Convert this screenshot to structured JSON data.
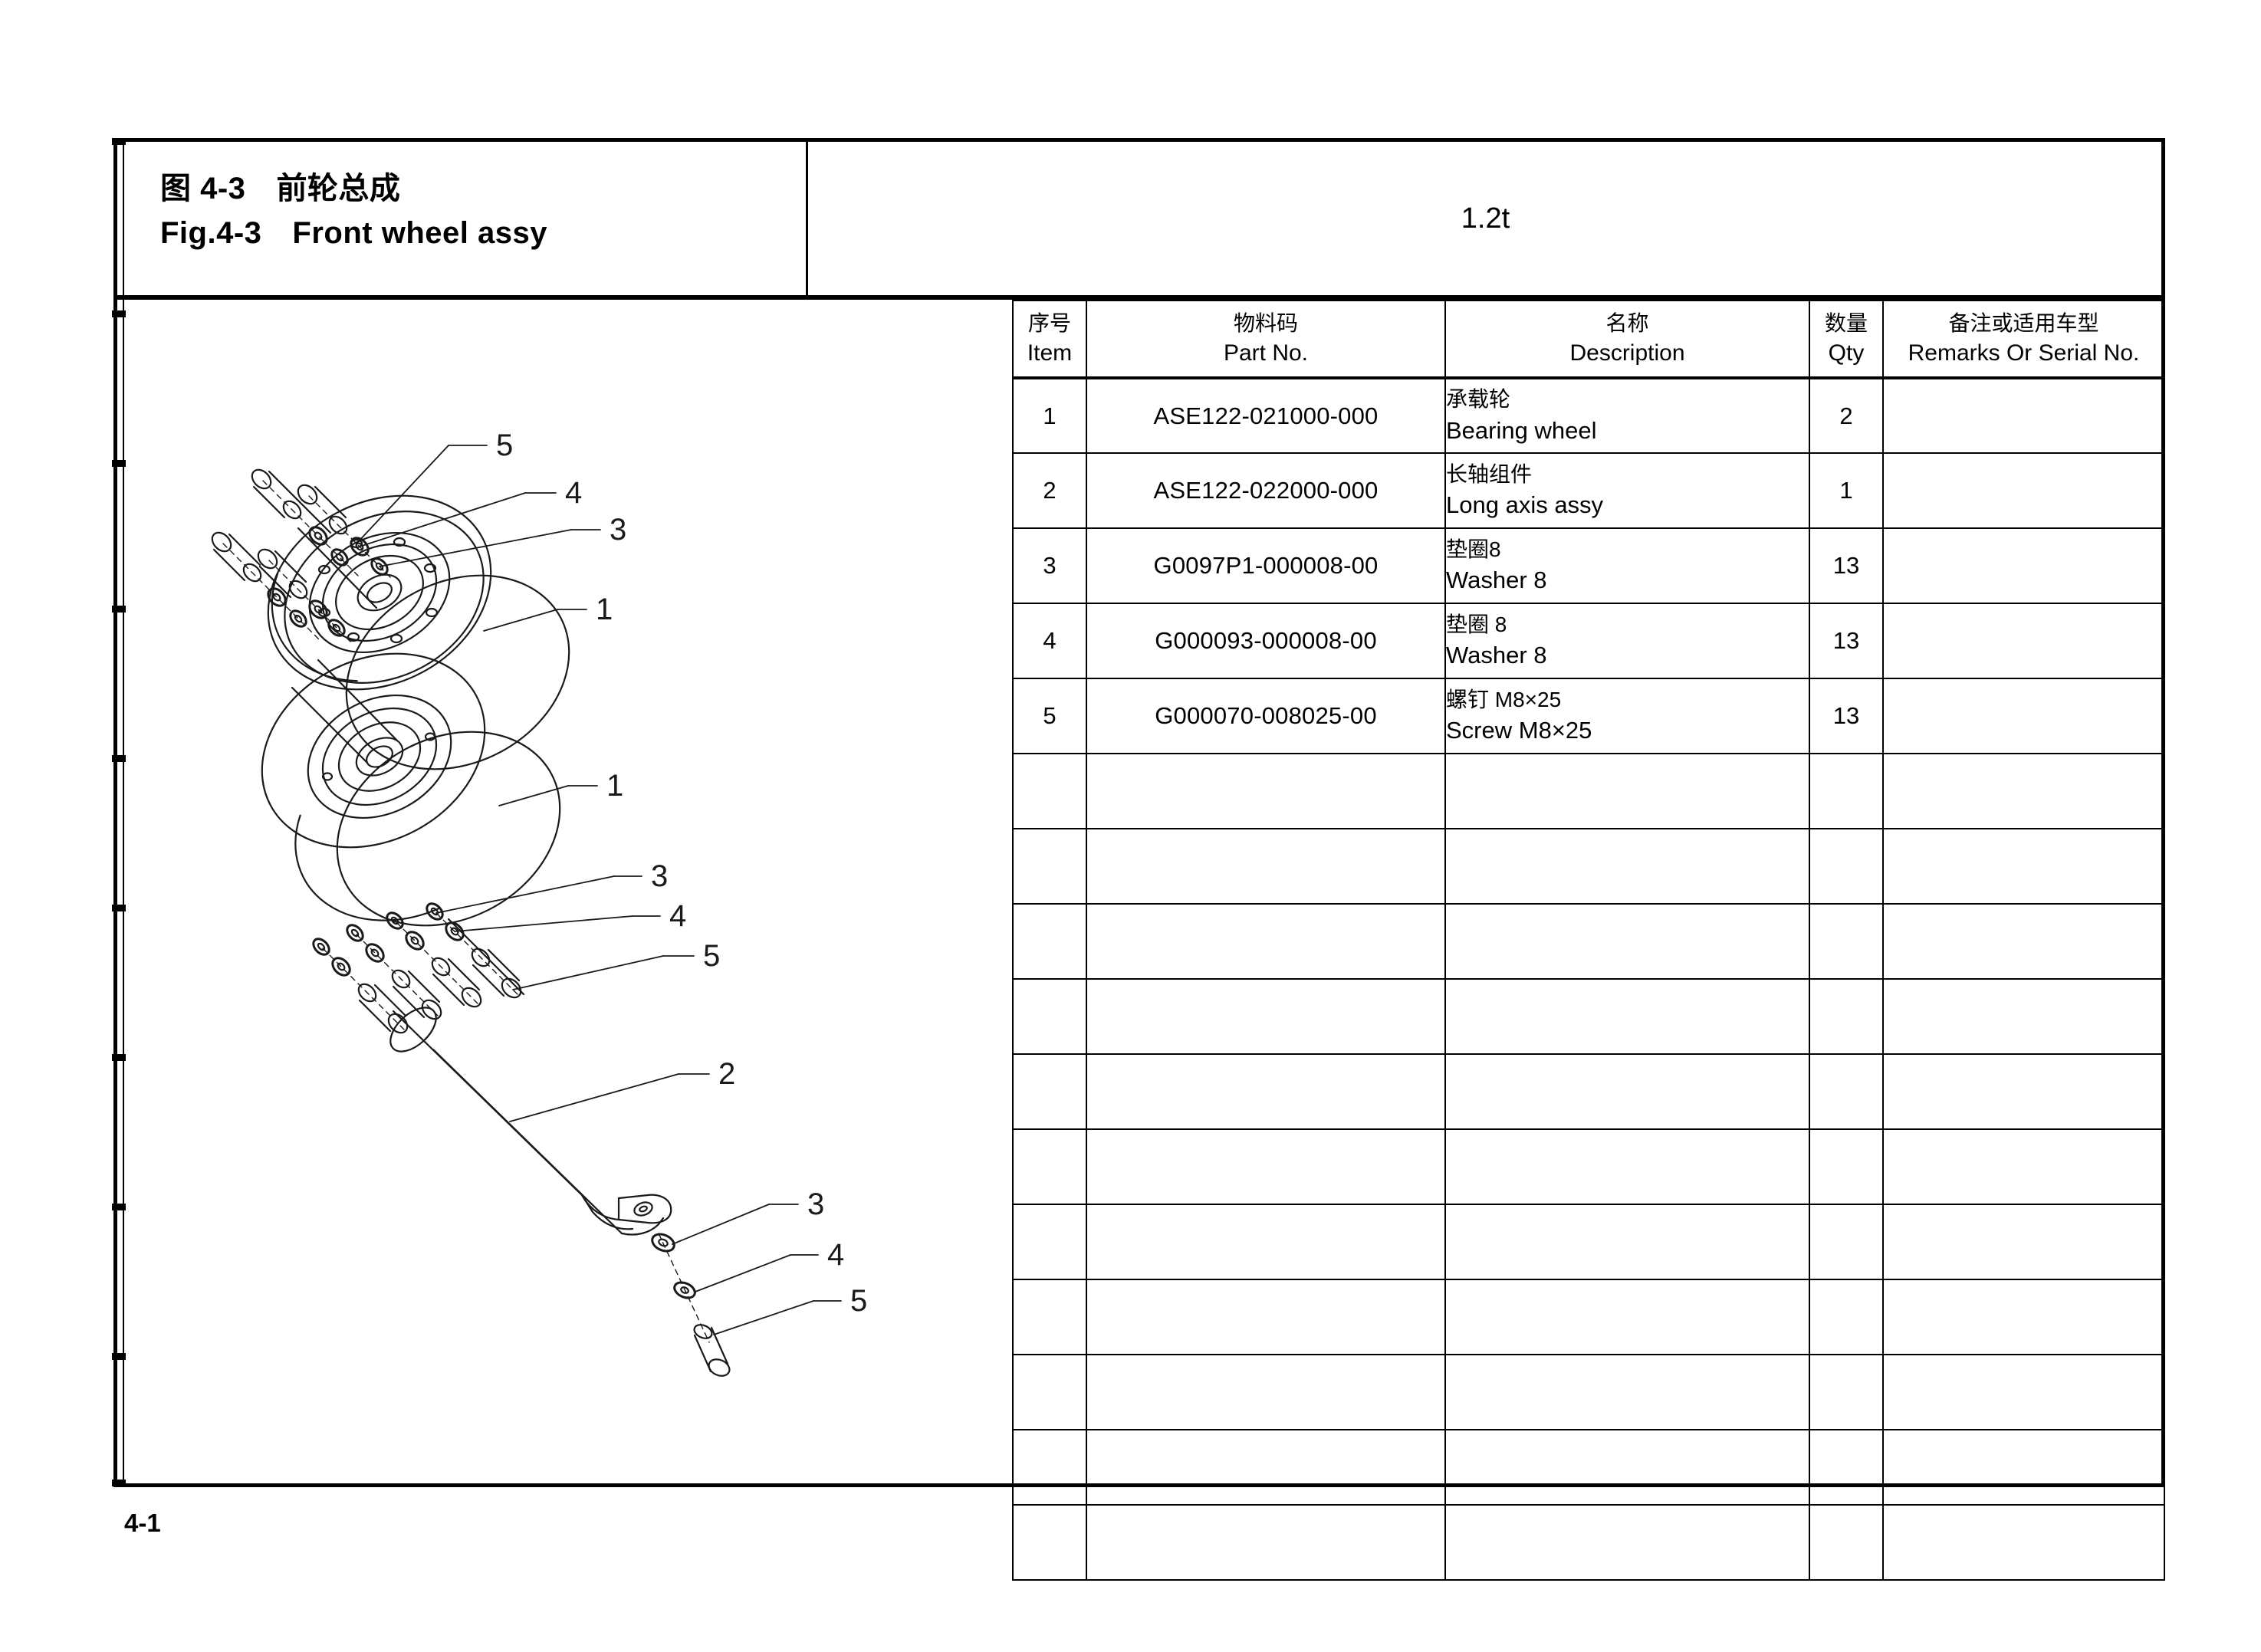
{
  "title_block": {
    "figure_cn_label": "图 4-3",
    "figure_cn_name": "前轮总成",
    "figure_en_label": "Fig.4-3",
    "figure_en_name": "Front wheel assy"
  },
  "model": "1.2t",
  "table": {
    "headers": [
      {
        "cn": "序号",
        "en": "Item"
      },
      {
        "cn": "物料码",
        "en": "Part No."
      },
      {
        "cn": "名称",
        "en": "Description"
      },
      {
        "cn": "数量",
        "en": "Qty"
      },
      {
        "cn": "备注或适用车型",
        "en": "Remarks Or Serial No."
      }
    ],
    "rows": [
      {
        "item": "1",
        "part_no": "ASE122-021000-000",
        "desc_cn": "承载轮",
        "desc_en": "Bearing wheel",
        "qty": "2",
        "remarks": ""
      },
      {
        "item": "2",
        "part_no": "ASE122-022000-000",
        "desc_cn": "长轴组件",
        "desc_en": "Long axis assy",
        "qty": "1",
        "remarks": ""
      },
      {
        "item": "3",
        "part_no": "G0097P1-000008-00",
        "desc_cn": "垫圈8",
        "desc_en": "Washer 8",
        "qty": "13",
        "remarks": ""
      },
      {
        "item": "4",
        "part_no": "G000093-000008-00",
        "desc_cn": "垫圈 8",
        "desc_en": "Washer 8",
        "qty": "13",
        "remarks": ""
      },
      {
        "item": "5",
        "part_no": "G000070-008025-00",
        "desc_cn": "螺钉 M8×25",
        "desc_en": "Screw M8×25",
        "qty": "13",
        "remarks": ""
      }
    ],
    "empty_row_count": 11
  },
  "drawing": {
    "callouts": [
      {
        "id": "c1",
        "label": "5"
      },
      {
        "id": "c2",
        "label": "4"
      },
      {
        "id": "c3",
        "label": "3"
      },
      {
        "id": "c4",
        "label": "1"
      },
      {
        "id": "c5",
        "label": "1"
      },
      {
        "id": "c6",
        "label": "3"
      },
      {
        "id": "c7",
        "label": "4"
      },
      {
        "id": "c8",
        "label": "5"
      },
      {
        "id": "c9",
        "label": "2"
      },
      {
        "id": "c10",
        "label": "3"
      },
      {
        "id": "c11",
        "label": "4"
      },
      {
        "id": "c12",
        "label": "5"
      }
    ]
  },
  "page_number": "4-1"
}
